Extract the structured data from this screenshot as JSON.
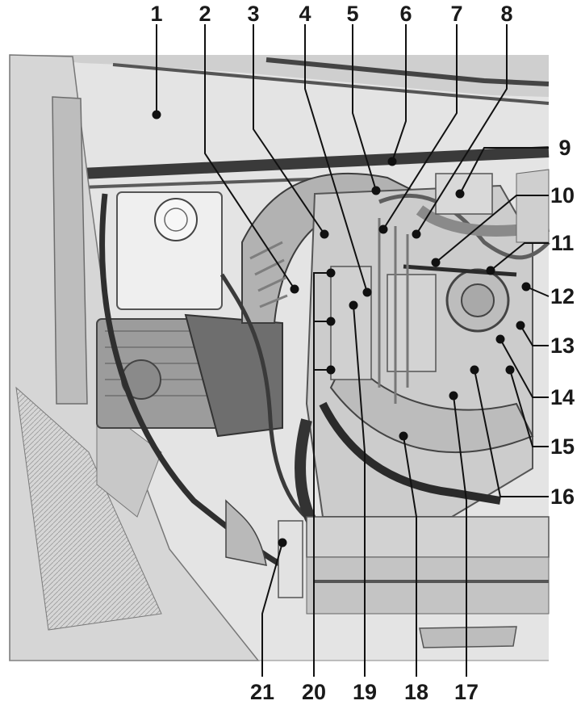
{
  "labels": {
    "top": [
      "1",
      "2",
      "3",
      "4",
      "5",
      "6",
      "7",
      "8"
    ],
    "right": [
      "9",
      "10",
      "11",
      "12",
      "13",
      "14",
      "15",
      "16"
    ],
    "bottom": [
      "21",
      "20",
      "19",
      "18",
      "17"
    ]
  }
}
